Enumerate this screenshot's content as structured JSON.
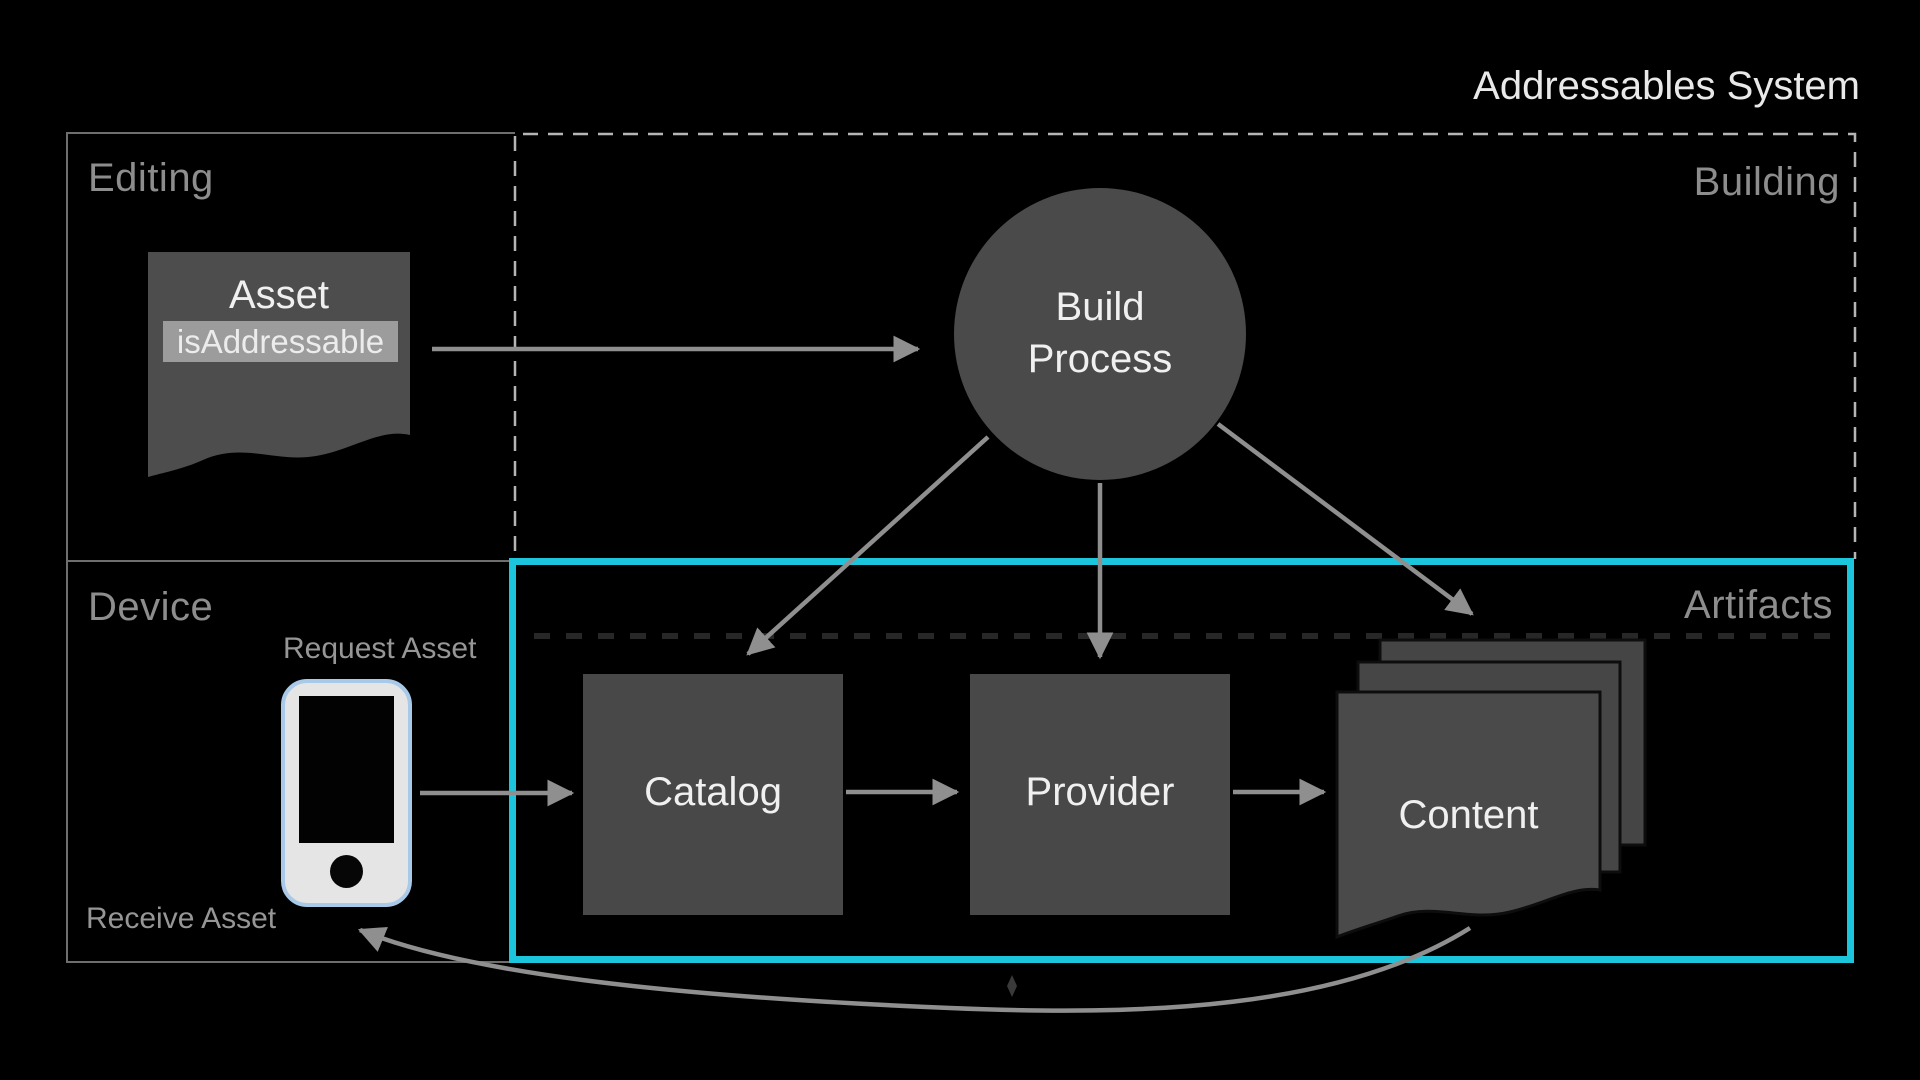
{
  "title": "Addressables System",
  "sections": {
    "editing": {
      "label": "Editing"
    },
    "building": {
      "label": "Building"
    },
    "device": {
      "label": "Device"
    },
    "artifacts": {
      "label": "Artifacts"
    }
  },
  "nodes": {
    "asset": {
      "name": "Asset",
      "property": "isAddressable"
    },
    "build_process": {
      "lines": [
        "Build",
        "Process"
      ]
    },
    "catalog": {
      "label": "Catalog"
    },
    "provider": {
      "label": "Provider"
    },
    "content": {
      "label": "Content"
    }
  },
  "device_flow": {
    "request_label": "Request Asset",
    "receive_label": "Receive Asset"
  },
  "icons": {
    "phone": "smartphone-icon",
    "asset_shape": "document-icon",
    "content_shape": "stacked-documents-icon"
  },
  "colors": {
    "background": "#000000",
    "accent_cyan": "#1BC6DD",
    "node_gray": "#4A4A4A",
    "label_gray": "#8D8D8D",
    "arrow_gray": "#8F8F8F",
    "highlight_gray": "#9C9C9C",
    "phone_border_blue": "#A9C9E9"
  }
}
